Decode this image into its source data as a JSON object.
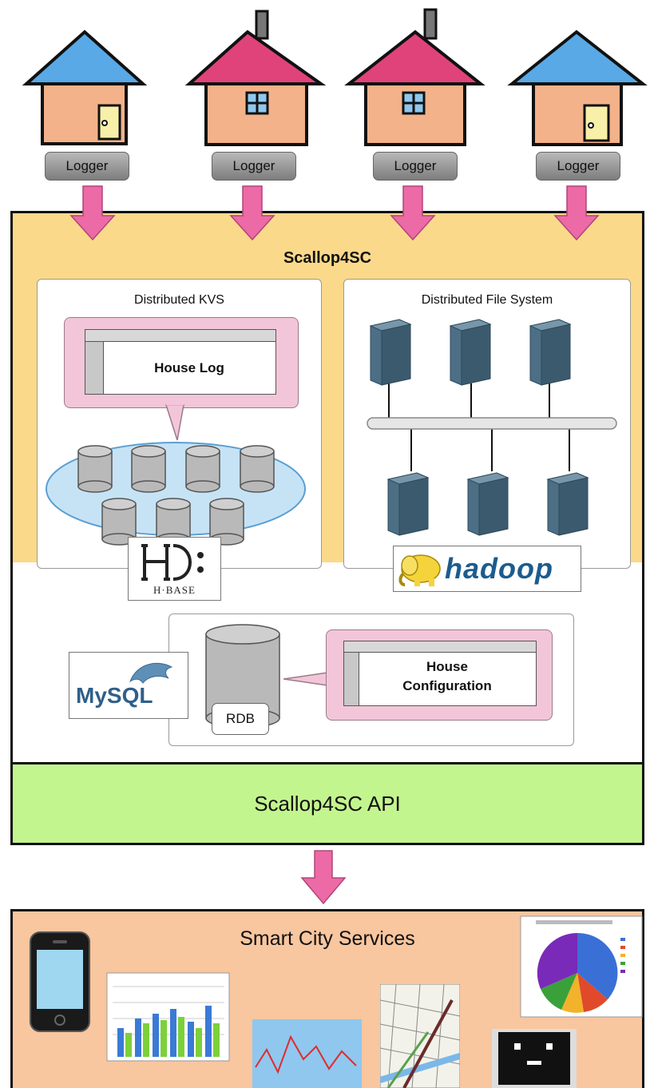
{
  "loggers": [
    {
      "label": "Logger"
    },
    {
      "label": "Logger"
    },
    {
      "label": "Logger"
    },
    {
      "label": "Logger"
    }
  ],
  "platform": {
    "title": "Scallop4SC",
    "kvs": {
      "title": "Distributed KVS",
      "table_label": "House Log",
      "logo_text": "H·BASE"
    },
    "dfs": {
      "title": "Distributed File System",
      "logo_text": "hadoop"
    },
    "rdb": {
      "db_label": "RDB",
      "table_label_line1": "House",
      "table_label_line2": "Configuration",
      "logo_text": "MySQL"
    },
    "api_label": "Scallop4SC API"
  },
  "services": {
    "title": "Smart City Services"
  },
  "colors": {
    "platform_bg": "#fbd98a",
    "api_bg": "#c3f58f",
    "services_bg": "#f8c69f",
    "arrow": "#ec6aa5",
    "roof_blue": "#58a9e6",
    "roof_red": "#e0437a",
    "house_body": "#f3b289"
  }
}
